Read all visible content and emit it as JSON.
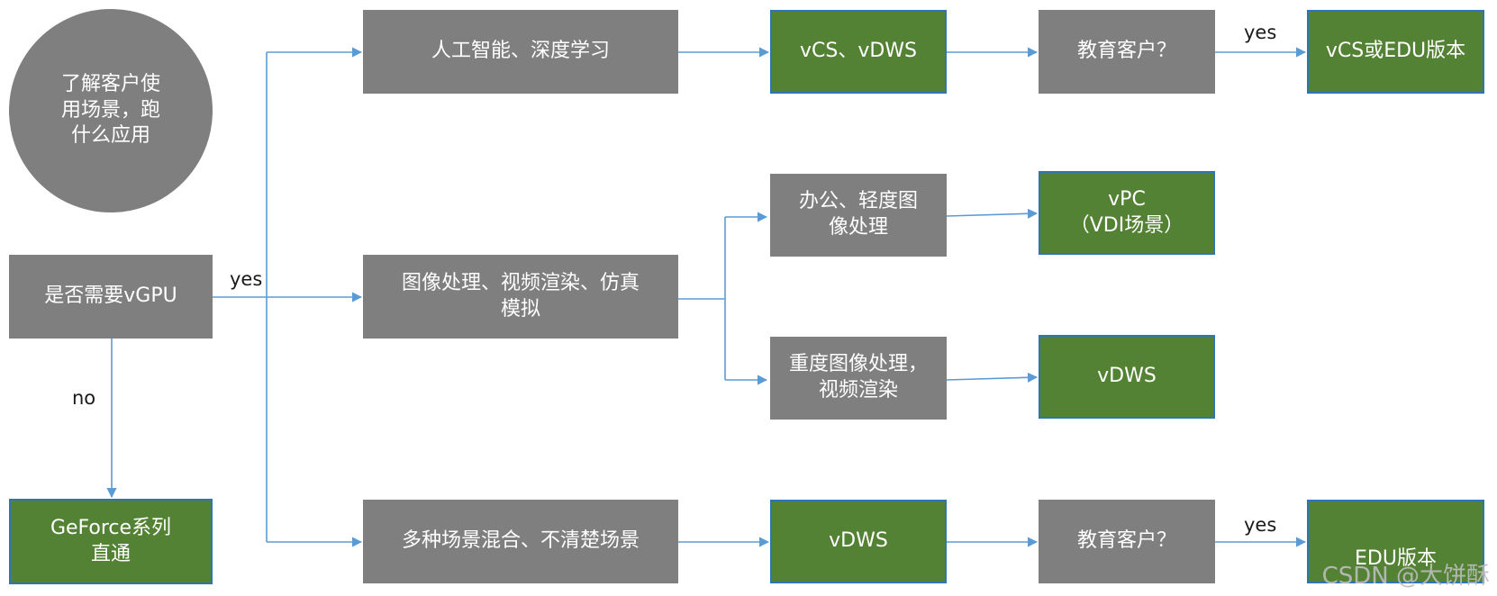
{
  "nodes": {
    "start_circle": "了解客户使\n用场景，跑\n什么应用",
    "need_vgpu": "是否需要vGPU",
    "geforce": "GeForce系列\n直通",
    "ai_dl": "人工智能、深度学习",
    "img_video": "图像处理、视频渲染、仿真\n模拟",
    "mixed": "多种场景混合、不清楚场景",
    "vcs_vdws": "vCS、vDWS",
    "office_light": "办公、轻度图\n像处理",
    "heavy_img": "重度图像处理，\n视频渲染",
    "vdws_mixed": "vDWS",
    "edu_q1": "教育客户？",
    "vpc": "vPC\n（VDI场景）",
    "vdws_heavy": "vDWS",
    "edu_q2": "教育客户？",
    "vcs_edu": "vCS或EDU版本",
    "edu_version": "EDU版本"
  },
  "edge_labels": {
    "yes_vgpu": "yes",
    "no_vgpu": "no",
    "yes_edu1": "yes",
    "yes_edu2": "yes"
  },
  "watermark": "CSDN @大饼酥",
  "colors": {
    "gray_box": "#7f7f7f",
    "green_box": "#548235",
    "connector": "#5b9bd5"
  }
}
